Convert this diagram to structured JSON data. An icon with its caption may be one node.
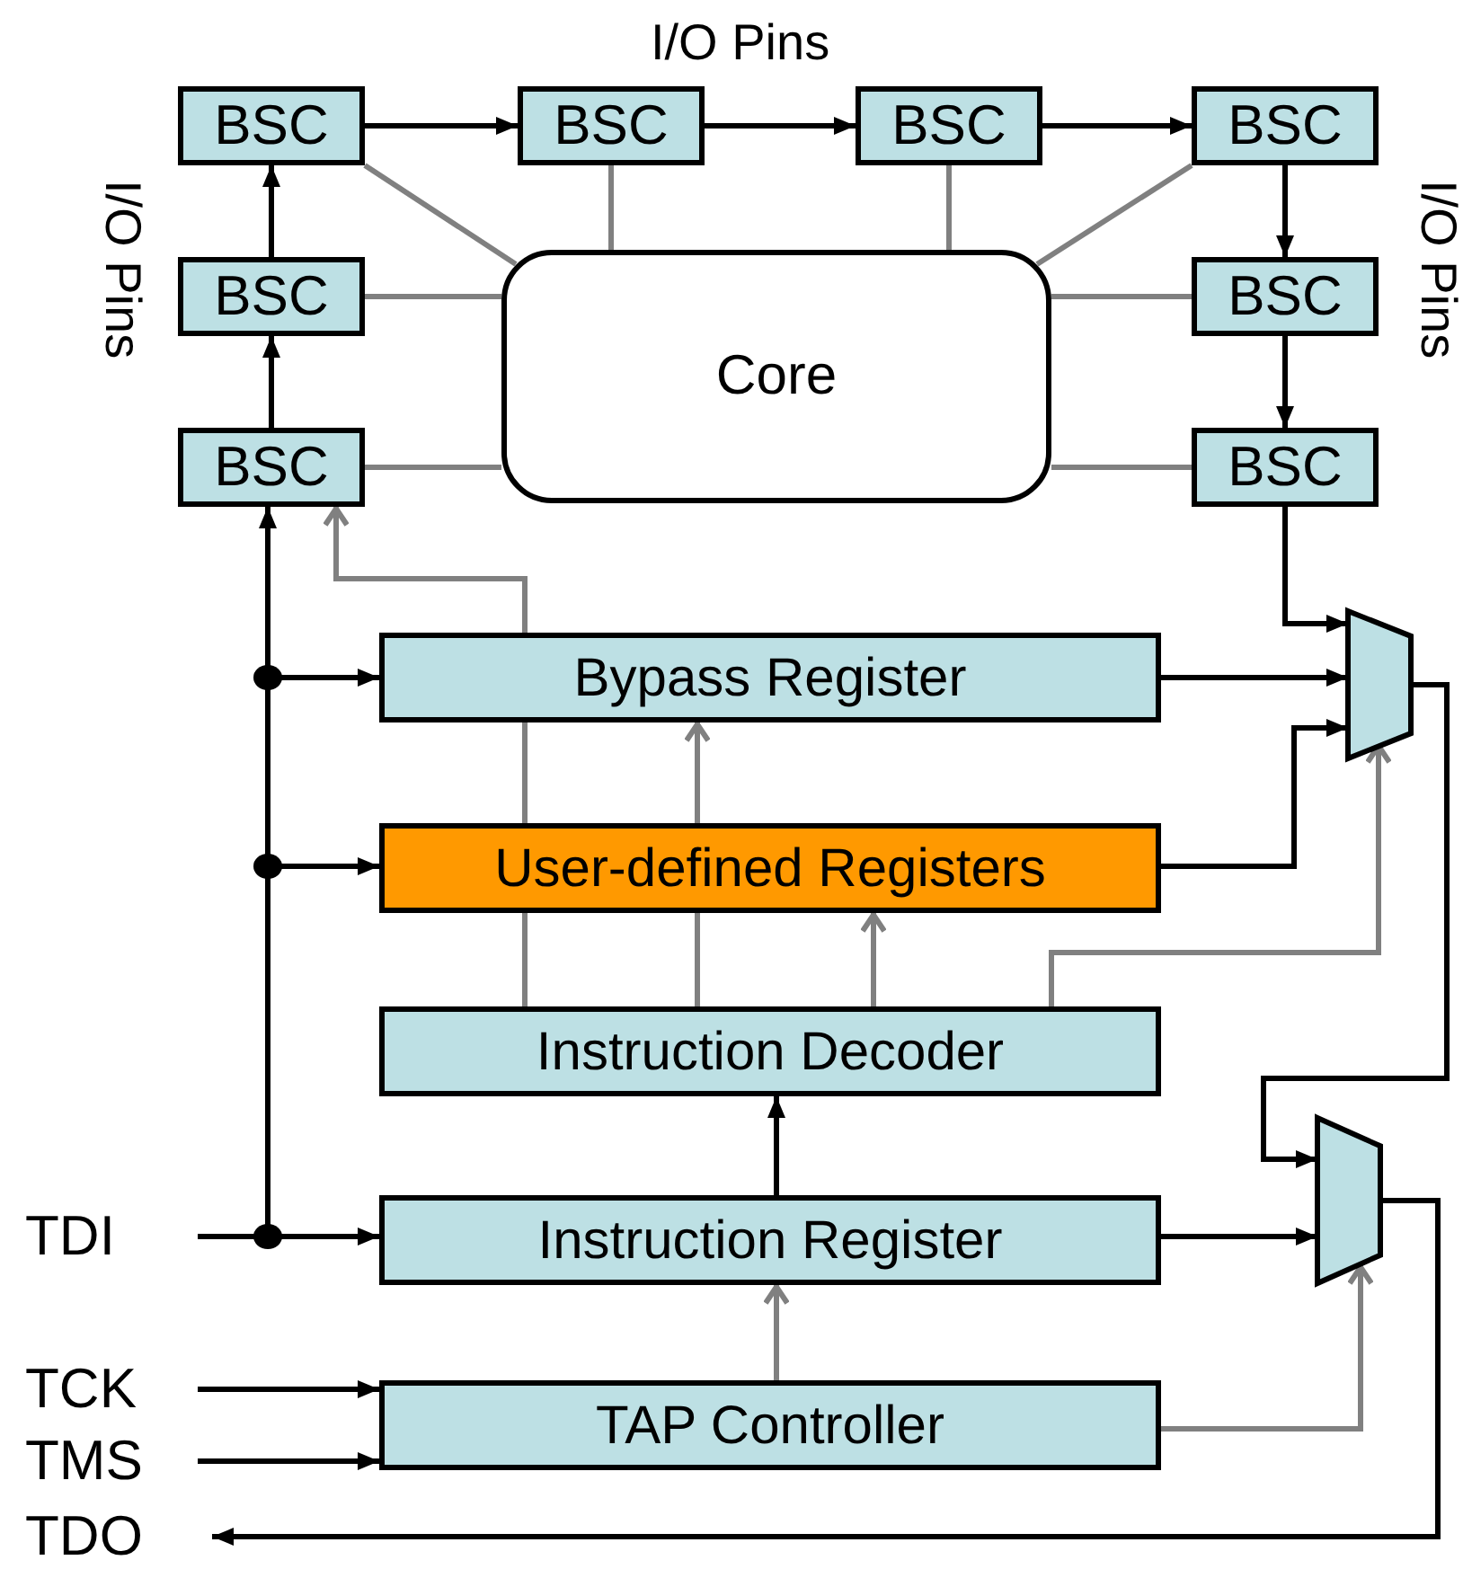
{
  "diagram": {
    "nodes": [
      {
        "text": [
          "BSC"
        ]
      },
      {
        "text": [
          "BSC"
        ]
      },
      {
        "text": [
          "BSC"
        ]
      },
      {
        "text": [
          "BSC"
        ]
      },
      {
        "text": [
          "BSC"
        ]
      },
      {
        "text": [
          "Core"
        ]
      },
      {
        "text": [
          "BSC"
        ]
      },
      {
        "text": [
          "BSC"
        ]
      },
      {
        "text": [
          "BSC"
        ]
      },
      {
        "text": [
          "Bypass Register"
        ]
      },
      {
        "text": [
          "User-defined Registers"
        ]
      },
      {
        "text": [
          "Instruction Decoder"
        ]
      },
      {
        "text": [
          "TDI"
        ]
      },
      {
        "text": [
          "Instruction Register"
        ]
      },
      {
        "text": [
          "TCK"
        ]
      },
      {
        "text": [
          "TAP Controller"
        ]
      },
      {
        "text": [
          "TMS"
        ]
      },
      {
        "text": [
          "TDO"
        ]
      },
      {
        "text": [],
        "shape": "trapezoid"
      },
      {
        "text": [],
        "shape": "trapezoid"
      }
    ],
    "edges": [
      {
        "from": 7,
        "to": 4,
        "arrow": "to"
      },
      {
        "from": 4,
        "to": 0,
        "arrow": "to"
      },
      {
        "from": 0,
        "to": 1,
        "arrow": "to"
      },
      {
        "from": 1,
        "to": 2,
        "arrow": "to"
      },
      {
        "from": 2,
        "to": 3,
        "arrow": "to"
      },
      {
        "from": 3,
        "to": 6,
        "arrow": "to"
      },
      {
        "from": 6,
        "to": 8,
        "arrow": "to"
      },
      {
        "from": 0,
        "to": 5,
        "arrow": "none",
        "color": "#808080"
      },
      {
        "from": 1,
        "to": 5,
        "arrow": "none",
        "color": "#808080"
      },
      {
        "from": 2,
        "to": 5,
        "arrow": "none",
        "color": "#808080"
      },
      {
        "from": 3,
        "to": 5,
        "arrow": "none",
        "color": "#808080"
      },
      {
        "from": 4,
        "to": 5,
        "arrow": "none",
        "color": "#808080"
      },
      {
        "from": 6,
        "to": 5,
        "arrow": "none",
        "color": "#808080"
      },
      {
        "from": 7,
        "to": 5,
        "arrow": "none",
        "color": "#808080"
      },
      {
        "from": 8,
        "to": 5,
        "arrow": "none",
        "color": "#808080"
      },
      {
        "from": 12,
        "to": 13,
        "arrow": "to"
      },
      {
        "from": 12,
        "to": 10,
        "arrow": "to"
      },
      {
        "from": 12,
        "to": 9,
        "arrow": "to"
      },
      {
        "from": 12,
        "to": 7,
        "arrow": "to"
      },
      {
        "from": 8,
        "to": 18,
        "arrow": "to"
      },
      {
        "from": 9,
        "to": 18,
        "arrow": "to"
      },
      {
        "from": 10,
        "to": 18,
        "arrow": "to"
      },
      {
        "from": 11,
        "to": 18,
        "arrow": "to",
        "color": "#808080"
      },
      {
        "from": 11,
        "to": 10,
        "arrow": "none",
        "color": "#808080"
      },
      {
        "from": 10,
        "to": 9,
        "arrow": "to",
        "color": "#808080"
      },
      {
        "from": 11,
        "to": 10,
        "arrow": "to",
        "color": "#808080"
      },
      {
        "from": 13,
        "to": 11,
        "arrow": "to"
      },
      {
        "from": 15,
        "to": 13,
        "arrow": "to",
        "color": "#808080"
      },
      {
        "from": 15,
        "to": 19,
        "arrow": "to",
        "color": "#808080"
      },
      {
        "from": 13,
        "to": 19,
        "arrow": "to"
      },
      {
        "from": 18,
        "to": 19,
        "arrow": "to"
      },
      {
        "from": 19,
        "to": 17,
        "arrow": "to"
      },
      {
        "from": 14,
        "to": 15,
        "arrow": "to"
      },
      {
        "from": 16,
        "to": 15,
        "arrow": "to"
      },
      {
        "from": 10,
        "to": 9,
        "arrow": "none",
        "color": "#808080"
      },
      {
        "from": 9,
        "to": 7,
        "arrow": "to",
        "color": "#808080"
      },
      {
        "from": 11,
        "to": 10,
        "arrow": "none",
        "color": "#808080"
      }
    ],
    "labels": [
      "I/O Pins",
      "I/O Pins",
      "I/O Pins"
    ]
  }
}
